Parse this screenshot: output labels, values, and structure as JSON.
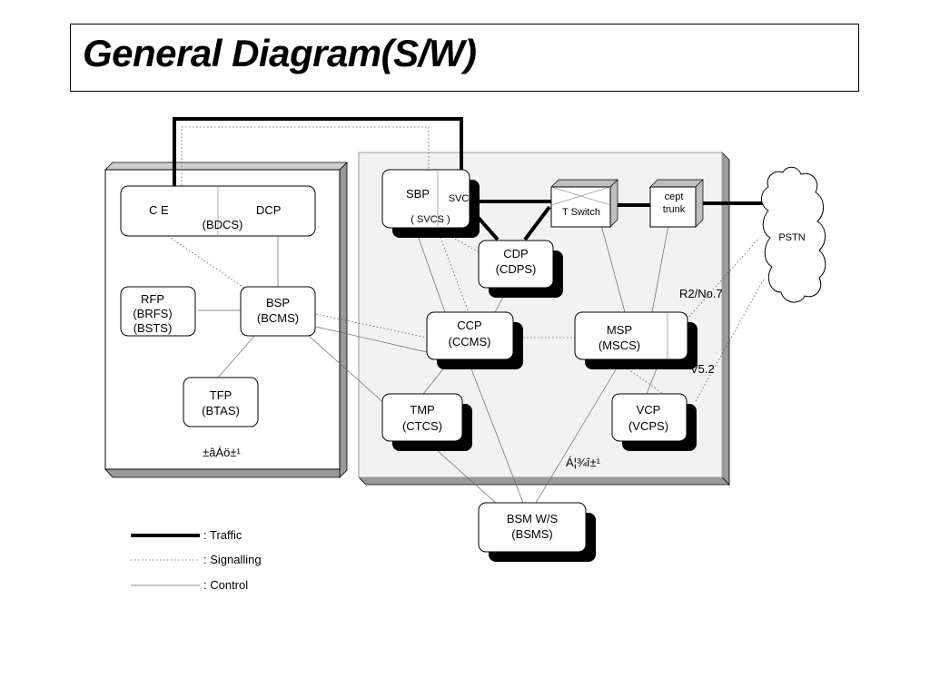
{
  "title": "General Diagram(S/W)",
  "left_panel": {
    "caption": "±âÁö±¹",
    "nodes": {
      "ce_dcp": {
        "lines": [
          "C  E",
          "DCP",
          "(BDCS)"
        ]
      },
      "rfp": {
        "lines": [
          "RFP",
          "(BRFS)",
          "(BSTS)"
        ]
      },
      "bsp": {
        "lines": [
          "BSP",
          "(BCMS)"
        ]
      },
      "tfp": {
        "lines": [
          "TFP",
          "(BTAS)"
        ]
      }
    }
  },
  "right_panel": {
    "caption": "Á¦¾î±¹",
    "nodes": {
      "sbp": {
        "lines": [
          "SBP",
          "SVC",
          "(  SVCS )"
        ]
      },
      "cdp": {
        "lines": [
          "CDP",
          "(CDPS)"
        ]
      },
      "ccp": {
        "lines": [
          "CCP",
          "(CCMS)"
        ]
      },
      "msp": {
        "lines": [
          "MSP",
          "(MSCS)"
        ]
      },
      "tmp": {
        "lines": [
          "TMP",
          "(CTCS)"
        ]
      },
      "vcp": {
        "lines": [
          "VCP",
          "(VCPS)"
        ]
      },
      "tswitch": {
        "lines": [
          "T Switch"
        ]
      },
      "cept": {
        "lines": [
          "cept",
          "trunk"
        ]
      }
    }
  },
  "external": {
    "pstn": "PSTN",
    "r2": "R2/No.7",
    "v52": "V5.2"
  },
  "bsm": {
    "lines": [
      "BSM W/S",
      "(BSMS)"
    ]
  },
  "legend": [
    {
      "style": "traffic",
      "label": ": Traffic"
    },
    {
      "style": "signalling",
      "label": ": Signalling"
    },
    {
      "style": "control",
      "label": ": Control"
    }
  ]
}
